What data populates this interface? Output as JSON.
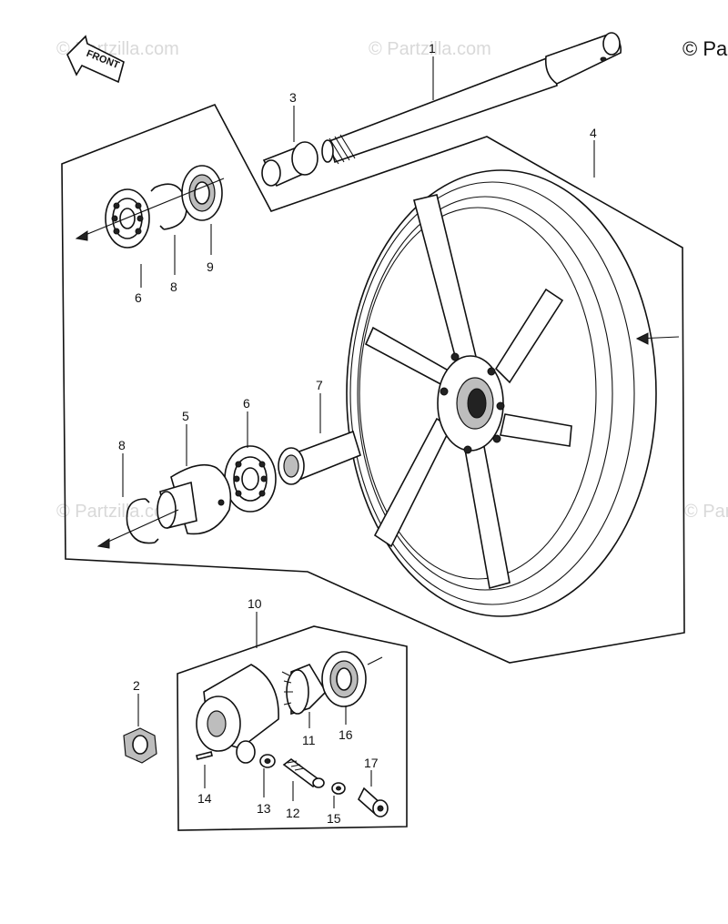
{
  "watermark": "© Partzilla.com",
  "copyright": "© Pa",
  "front_label": "FRONT",
  "callouts": [
    "1",
    "2",
    "3",
    "4",
    "5",
    "6",
    "6",
    "7",
    "8",
    "8",
    "9",
    "10",
    "11",
    "12",
    "13",
    "14",
    "15",
    "16",
    "17"
  ]
}
